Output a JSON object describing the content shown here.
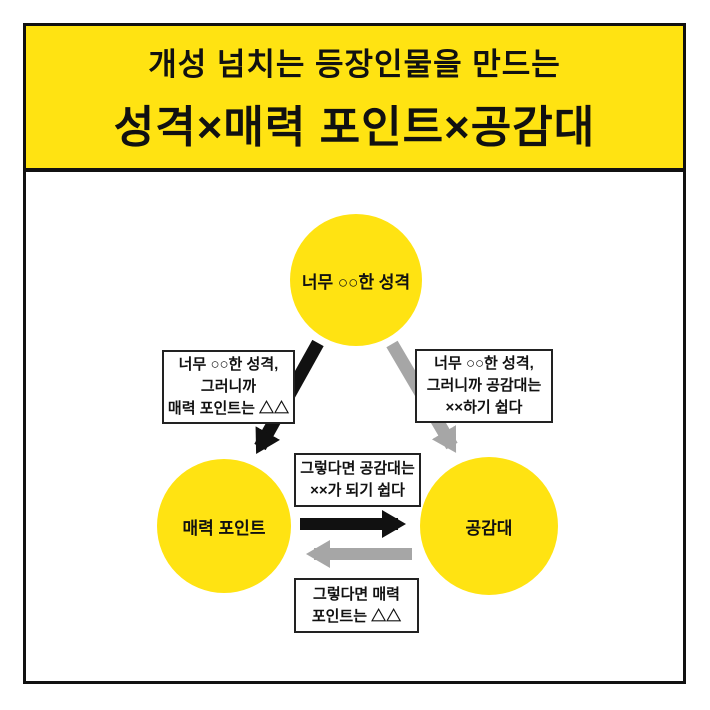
{
  "header": {
    "line1": "개성 넘치는 등장인물을 만드는",
    "line2": "성격×매력 포인트×공감대"
  },
  "nodes": {
    "personality": "너무 ○○한 성격",
    "charm_point": "매력 포인트",
    "empathy": "공감대"
  },
  "labels": {
    "personality_to_charm": "너무 ○○한 성격,\n그러니까\n매력 포인트는 △△",
    "personality_to_empathy": "너무 ○○한 성격,\n그러니까 공감대는\n××하기 쉽다",
    "charm_to_empathy": "그렇다면 공감대는\n××가 되기 쉽다",
    "empathy_to_charm": "그렇다면 매력\n포인트는 △△"
  },
  "arrows": [
    {
      "from": "personality",
      "to": "charm_point",
      "color": "black"
    },
    {
      "from": "personality",
      "to": "empathy",
      "color": "gray"
    },
    {
      "from": "charm_point",
      "to": "empathy",
      "color": "black"
    },
    {
      "from": "empathy",
      "to": "charm_point",
      "color": "gray"
    }
  ],
  "colors": {
    "yellow": "#ffe312",
    "black": "#111111",
    "gray": "#a6a6a6",
    "box_border": "#222222"
  }
}
